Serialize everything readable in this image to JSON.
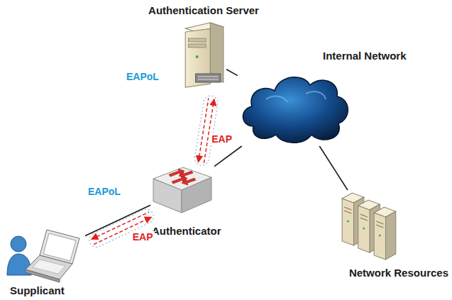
{
  "diagram": {
    "nodes": [
      {
        "text": [
          "Authentication Server"
        ]
      },
      {
        "text": [
          "Internal Network"
        ]
      },
      {
        "text": [
          "Network Resources"
        ]
      },
      {
        "text": [
          "Authenticator"
        ]
      },
      {
        "text": [
          "Supplicant"
        ]
      }
    ],
    "edges": [
      {
        "from": 4,
        "to": 3,
        "arrow": "none"
      },
      {
        "from": 3,
        "to": 1,
        "arrow": "none"
      },
      {
        "from": 0,
        "to": 1,
        "arrow": "none"
      },
      {
        "from": 1,
        "to": 2,
        "arrow": "none"
      },
      {
        "from": 4,
        "to": 3,
        "label": "EAP",
        "arrow": "both"
      },
      {
        "from": 3,
        "to": 0,
        "label": "EAP",
        "arrow": "both"
      }
    ],
    "labels": [
      "EAPoL",
      "EAPoL"
    ]
  }
}
